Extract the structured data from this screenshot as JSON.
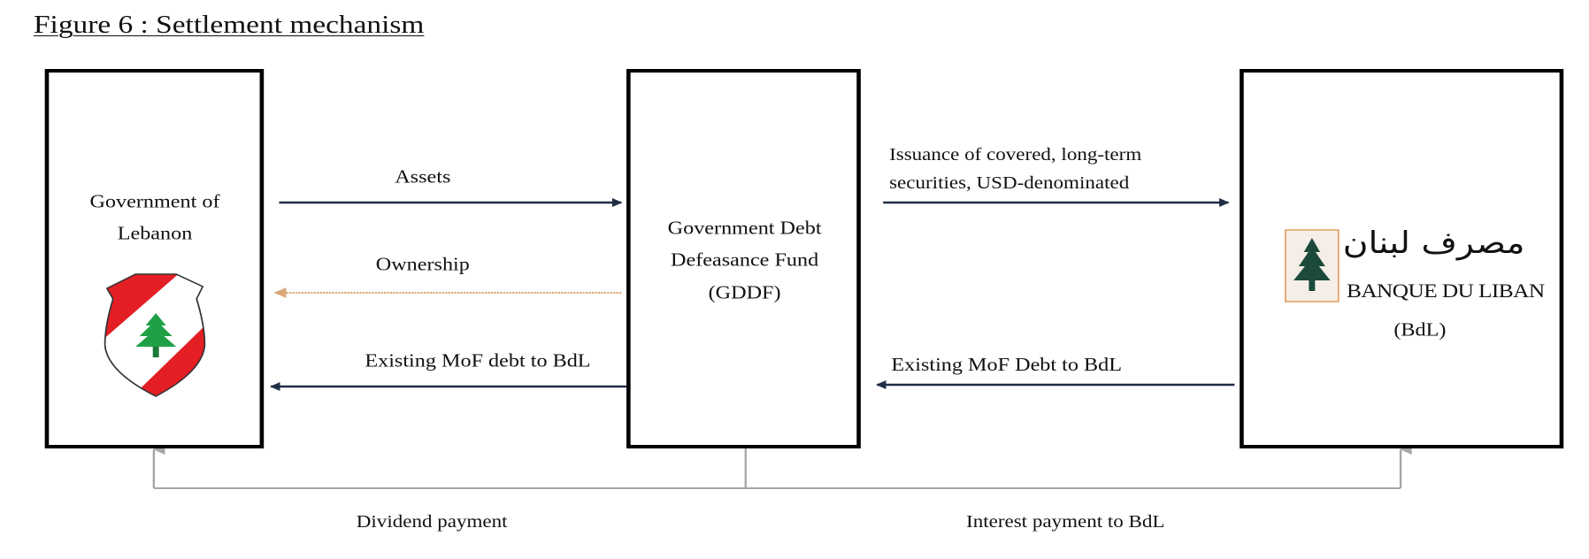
{
  "title": "Figure 6 : Settlement mechanism",
  "nodes": {
    "government": {
      "line1": "Government of",
      "line2": "Lebanon"
    },
    "gddf": {
      "line1": "Government Debt",
      "line2": "Defeasance Fund",
      "line3": "(GDDF)"
    },
    "bdl": {
      "arabic": "مصرف لبنان",
      "name": "BANQUE DU LIBAN",
      "abbr": "(BdL)"
    }
  },
  "flows": {
    "assets": "Assets",
    "ownership": "Ownership",
    "mof_debt_left": "Existing MoF debt to BdL",
    "issuance_line1": "Issuance of covered, long-term",
    "issuance_line2": "securities, USD-denominated",
    "mof_debt_right": "Existing MoF Debt to BdL",
    "dividend": "Dividend payment",
    "interest": "Interest payment to BdL"
  },
  "colors": {
    "dark_arrow": "#1f2d45",
    "ownership_arrow": "#d9a877",
    "gray_arrow": "#a6a6a6",
    "flag_red": "#e31e24",
    "cedar_green": "#1fa046"
  }
}
